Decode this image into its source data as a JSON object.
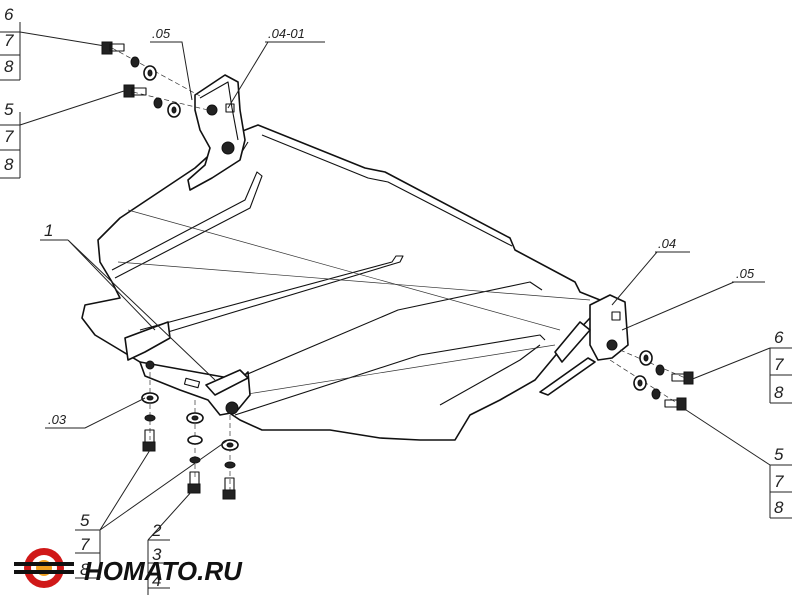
{
  "callouts": {
    "top_left_a": [
      "6",
      "7",
      "8"
    ],
    "top_left_b": [
      "5",
      "7",
      "8"
    ],
    "bracket_left_05": ".05",
    "bracket_left_0401": ".04-01",
    "bracket_right_04": ".04",
    "bracket_right_05": ".05",
    "right_a": [
      "6",
      "7",
      "8"
    ],
    "right_b": [
      "5",
      "7",
      "8"
    ],
    "guard": "1",
    "plate_03": ".03",
    "bottom_left": [
      "5",
      "7",
      "8"
    ],
    "bottom_mid": [
      "2",
      "3",
      "4"
    ]
  },
  "logo": {
    "text": "HOMATO.RU",
    "colors": {
      "ring": "#d01818",
      "core": "#f0a020",
      "text": "#111111"
    }
  }
}
